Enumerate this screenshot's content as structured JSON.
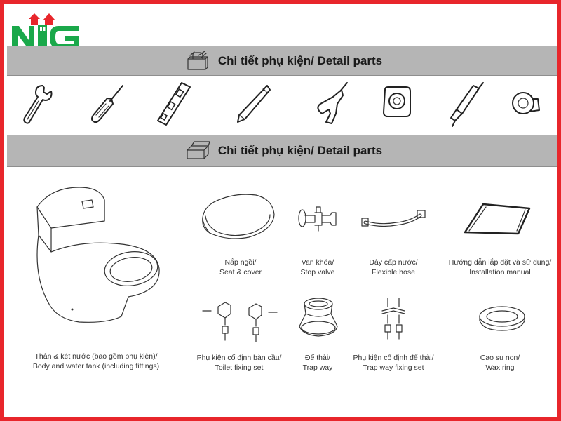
{
  "brand": {
    "logo_letters": "NG",
    "brand_color": "#1aa84a",
    "accent_color": "#e8262b"
  },
  "sections": {
    "tools_header": {
      "title": "Chi tiết phụ kiện/ Detail parts",
      "icon": "toolbox-icon"
    },
    "parts_header": {
      "title": "Chi tiết phụ kiện/ Detail parts",
      "icon": "box-icon"
    }
  },
  "tools": [
    {
      "icon": "adjustable-wrench-icon"
    },
    {
      "icon": "screwdriver-icon"
    },
    {
      "icon": "spirit-level-icon"
    },
    {
      "icon": "pencil-icon"
    },
    {
      "icon": "electric-drill-icon"
    },
    {
      "icon": "tape-measure-icon"
    },
    {
      "icon": "caulking-gun-icon"
    },
    {
      "icon": "tape-roll-icon"
    }
  ],
  "parts": [
    {
      "icon": "toilet-body-icon",
      "line1": "Thân & két nước (bao gồm phụ kiện)/",
      "line2": "Body and water tank (including fittings)"
    },
    {
      "icon": "seat-cover-icon",
      "line1": "Nắp ngồi/",
      "line2": "Seat & cover"
    },
    {
      "icon": "stop-valve-icon",
      "line1": "Van khóa/",
      "line2": "Stop valve"
    },
    {
      "icon": "flexible-hose-icon",
      "line1": "Dây cấp nước/",
      "line2": "Flexible hose"
    },
    {
      "icon": "manual-icon",
      "line1": "Hướng dẫn lắp đặt và sử dụng/",
      "line2": "Installation manual"
    },
    {
      "icon": "toilet-fixing-set-icon",
      "line1": "Phụ kiện cố định bàn cầu/",
      "line2": "Toilet fixing set"
    },
    {
      "icon": "trap-way-icon",
      "line1": "Đế thải/",
      "line2": "Trap way"
    },
    {
      "icon": "trap-way-fixing-set-icon",
      "line1": "Phụ kiện cố định đế thải/",
      "line2": "Trap way fixing set"
    },
    {
      "icon": "wax-ring-icon",
      "line1": "Cao su non/",
      "line2": "Wax ring"
    }
  ]
}
